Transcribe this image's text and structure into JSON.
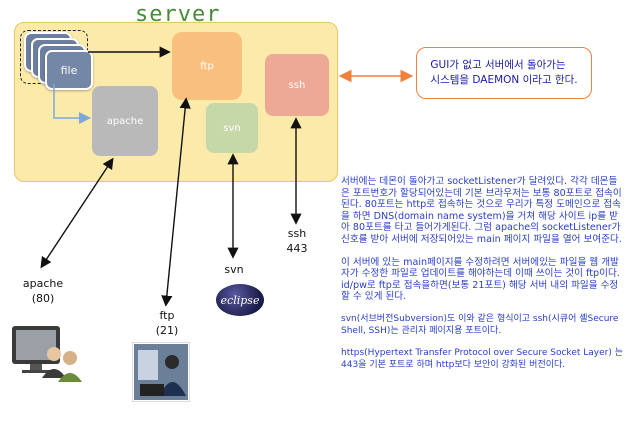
{
  "server": {
    "title": "server"
  },
  "stack": {
    "file_label": "file"
  },
  "services": {
    "apache": "apache",
    "ftp": "ftp",
    "svn": "svn",
    "ssh": "ssh"
  },
  "endpoints": {
    "apache": {
      "name": "apache",
      "port": "(80)"
    },
    "ftp": {
      "name": "ftp",
      "port": "(21)"
    },
    "svn": {
      "name": "svn"
    },
    "ssh": {
      "name": "ssh",
      "port": "443"
    }
  },
  "eclipse_logo_text": "eclipse",
  "callout": {
    "line1": "GUI가 없고 서버에서 돌아가는",
    "line2": "시스템을 DAEMON 이라고 한다."
  },
  "notes": {
    "p1": "서버에는 데몬이 돌아가고 socketListener가 달려있다. 각각 데몬들은 포트번호가 할당되어있는데 기본 브라우저는 보통 80포트로 접속이 된다. 80포트는 http로 접속하는 것으로 우리가 특정 도메인으로 접속을 하면 DNS(domain name system)을 거쳐 해당 사이트 ip를 받아 80포트를 타고 들어가게된다. 그럼 apache의 socketListener가 신호를 받아 서버에 저장되어있는 main 페이지 파일을 열어 보여준다.",
    "p2": "이 서버에 있는 main페이지를 수정하려면 서버에있는 파일을 웹 개발자가 수정한 파일로 업데이트를 해야하는데 이때 쓰이는 것이 ftp이다. id/pw로 ftp로 접속을하면(보통 21포트) 해당 서버 내의 파일을 수정 할 수 있게 된다.",
    "p3": "svn(서브버전Subversion)도 이와 같은 형식이고 ssh(시큐어 셸Secure Shell, SSH)는 관리자 페이지용 포트이다.",
    "p4": "https(Hypertext Transfer Protocol over Secure Socket Layer) 는 443을 기본 포트로 하며 http보다 보안이 강화된 버전이다."
  },
  "colors": {
    "server_bg": "#fbeaa9",
    "apache": "#b9b9b9",
    "ftp": "#f8c07c",
    "svn": "#c6d7a8",
    "ssh": "#eda995",
    "callout_border": "#f0803c",
    "note_text": "#2a3ec8"
  },
  "icons": [
    "computer-users-icon",
    "laptop-user-photo-icon",
    "eclipse-logo-icon"
  ]
}
